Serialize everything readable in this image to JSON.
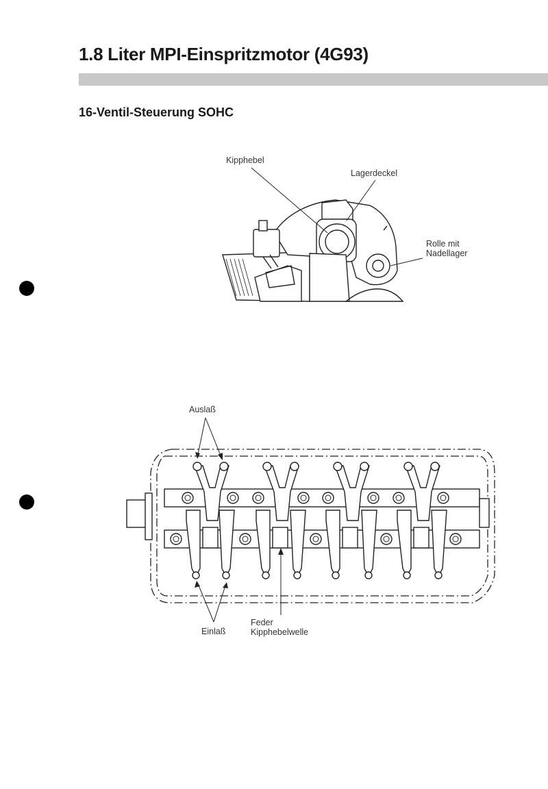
{
  "header": {
    "title": "1.8 Liter MPI-Einspritzmotor (4G93)"
  },
  "section": {
    "title": "16-Ventil-Steuerung SOHC"
  },
  "figure_top": {
    "labels": {
      "kipphebel": "Kipphebel",
      "lagerdeckel": "Lagerdeckel",
      "rolle_line1": "Rolle mit",
      "rolle_line2": "Nadellager"
    }
  },
  "figure_bottom": {
    "labels": {
      "auslass": "Auslaß",
      "einlass": "Einlaß",
      "feder_line1": "Feder",
      "feder_line2": "Kipphebelwelle"
    }
  }
}
